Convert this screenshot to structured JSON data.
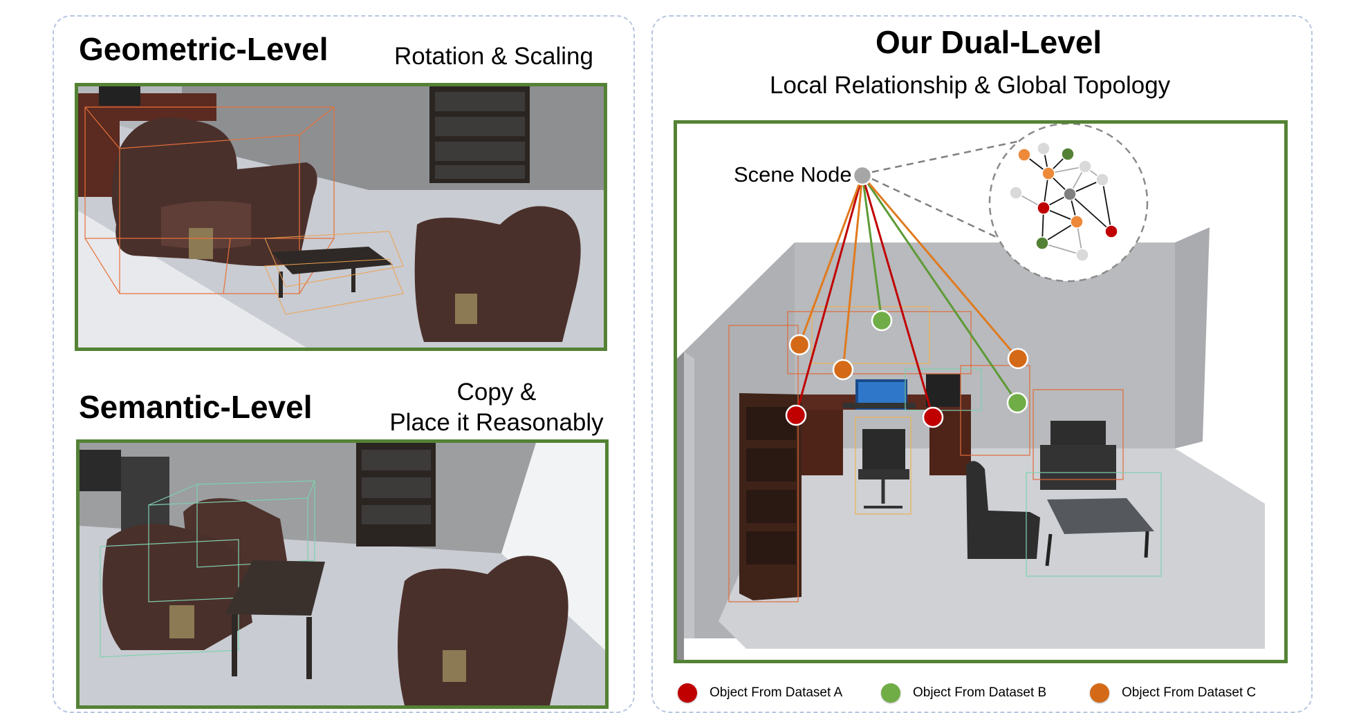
{
  "left": {
    "geometric": {
      "title": "Geometric-Level",
      "subtitle": "Rotation & Scaling"
    },
    "semantic": {
      "title": "Semantic-Level",
      "subtitle_line1": "Copy &",
      "subtitle_line2": "Place it Reasonably"
    }
  },
  "right": {
    "title": "Our Dual-Level",
    "subtitle": "Local Relationship & Global Topology",
    "scene_node_label": "Scene Node"
  },
  "legend": [
    {
      "label": "Object From Dataset A",
      "color": "#c00000"
    },
    {
      "label": "Object From Dataset B",
      "color": "#70ad47"
    },
    {
      "label": "Object From Dataset C",
      "color": "#d46a17"
    }
  ],
  "colors": {
    "frame_green": "#548235",
    "panel_border": "#b7c6e0",
    "edge_red": "#c00000",
    "edge_green": "#5e9a36",
    "edge_orange": "#e07a1f",
    "node_gray": "#a6a6a6"
  }
}
